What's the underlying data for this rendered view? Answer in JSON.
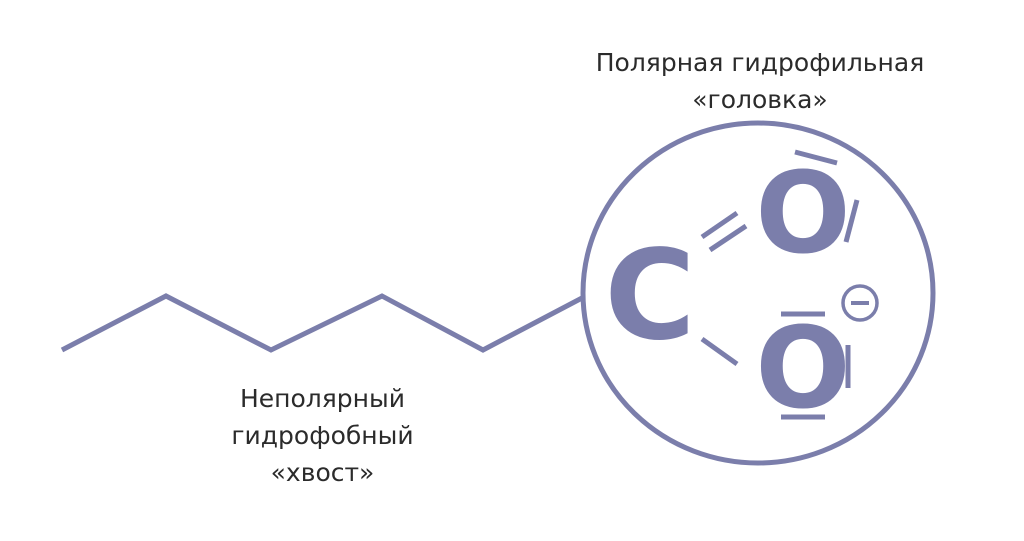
{
  "colors": {
    "molecule": "#7b7eab",
    "text": "#2b2b2b"
  },
  "head_label": {
    "line1": "Полярная гидрофильная",
    "line2": "«головка»"
  },
  "tail_label": {
    "line1": "Неполярный",
    "line2": "гидрофобный",
    "line3": "«хвост»"
  },
  "atoms": {
    "carbon": "C",
    "oxygen_top": "O",
    "oxygen_bottom": "O"
  }
}
